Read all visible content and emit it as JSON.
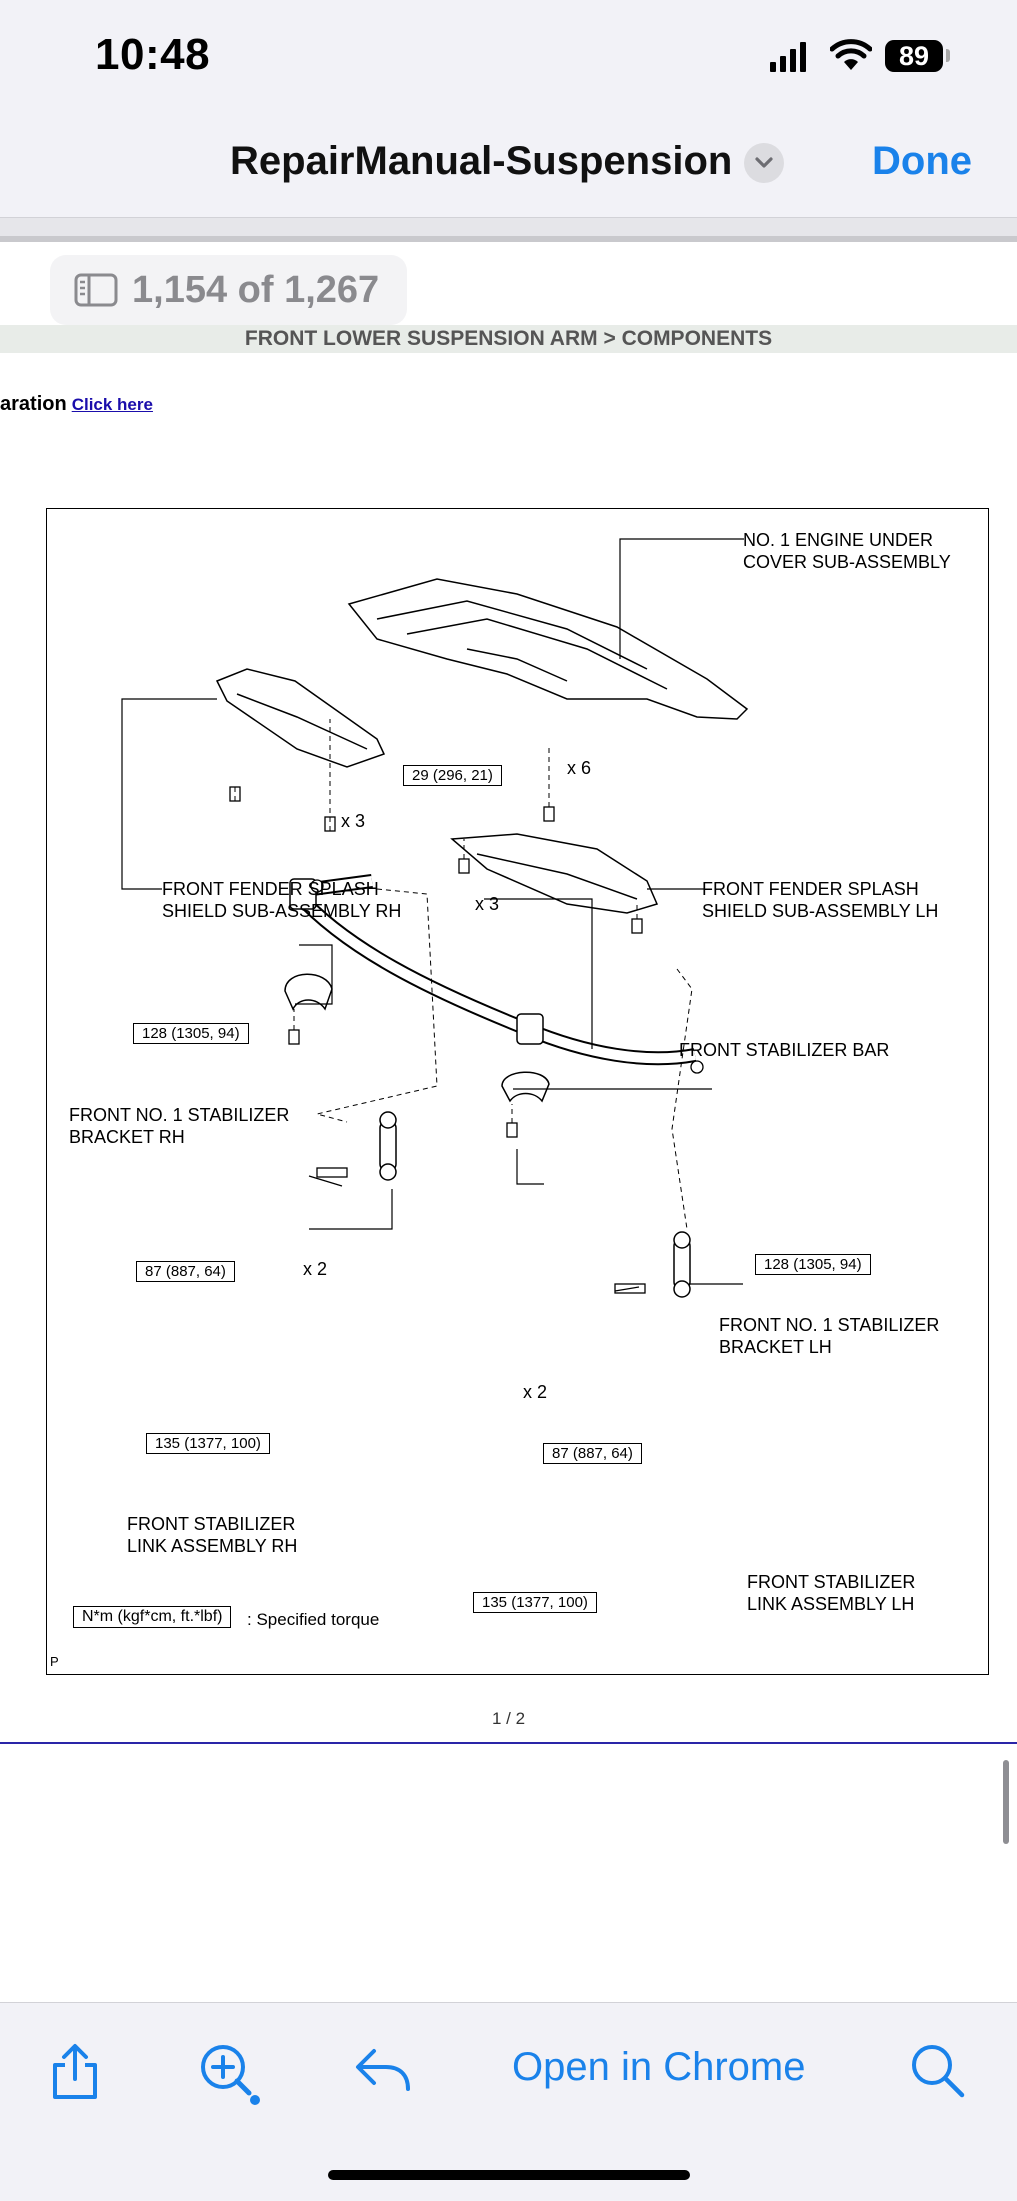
{
  "status_bar": {
    "time": "10:48",
    "battery": "89"
  },
  "nav": {
    "title": "RepairManual-Suspension",
    "done": "Done"
  },
  "page_indicator": "1,154 of 1,267",
  "doc": {
    "section_header": "FRONT LOWER SUSPENSION ARM > COMPONENTS",
    "prep_text": "aration",
    "prep_link": "Click here",
    "page_number": "1 / 2"
  },
  "figure": {
    "labels": {
      "engine_under_cover": "NO. 1 ENGINE UNDER\nCOVER SUB-ASSEMBLY",
      "splash_rh": "FRONT FENDER SPLASH\nSHIELD SUB-ASSEMBLY RH",
      "splash_lh": "FRONT FENDER SPLASH\nSHIELD SUB-ASSEMBLY LH",
      "stabilizer_bar": "FRONT STABILIZER BAR",
      "bracket_rh": "FRONT NO. 1 STABILIZER\nBRACKET RH",
      "bracket_lh": "FRONT NO. 1 STABILIZER\nBRACKET LH",
      "link_rh": "FRONT STABILIZER\nLINK ASSEMBLY RH",
      "link_lh": "FRONT STABILIZER\nLINK ASSEMBLY LH",
      "legend_unit": "N*m (kgf*cm, ft.*lbf)",
      "legend_text": ": Specified torque",
      "corner": "P"
    },
    "torques": {
      "cover": "29 (296, 21)",
      "bar_rh": "128 (1305, 94)",
      "bar_lh": "128 (1305, 94)",
      "bracket_rh": "87 (887, 64)",
      "bracket_lh": "87 (887, 64)",
      "link_rh": "135 (1377, 100)",
      "link_lh": "135 (1377, 100)"
    },
    "quantities": {
      "cover_bolts": "x 6",
      "rh_shield_bolts": "x 3",
      "lh_shield_bolts": "x 3",
      "rh_bracket_bolts": "x 2",
      "lh_bracket_bolts": "x 2"
    }
  },
  "toolbar": {
    "open_in": "Open in Chrome"
  },
  "icons": [
    "share-icon",
    "zoom-markup-icon",
    "reply-icon",
    "search-icon"
  ],
  "colors": {
    "accent": "#1a82ea",
    "link": "#1a0dab",
    "divider": "#2a25a8"
  }
}
